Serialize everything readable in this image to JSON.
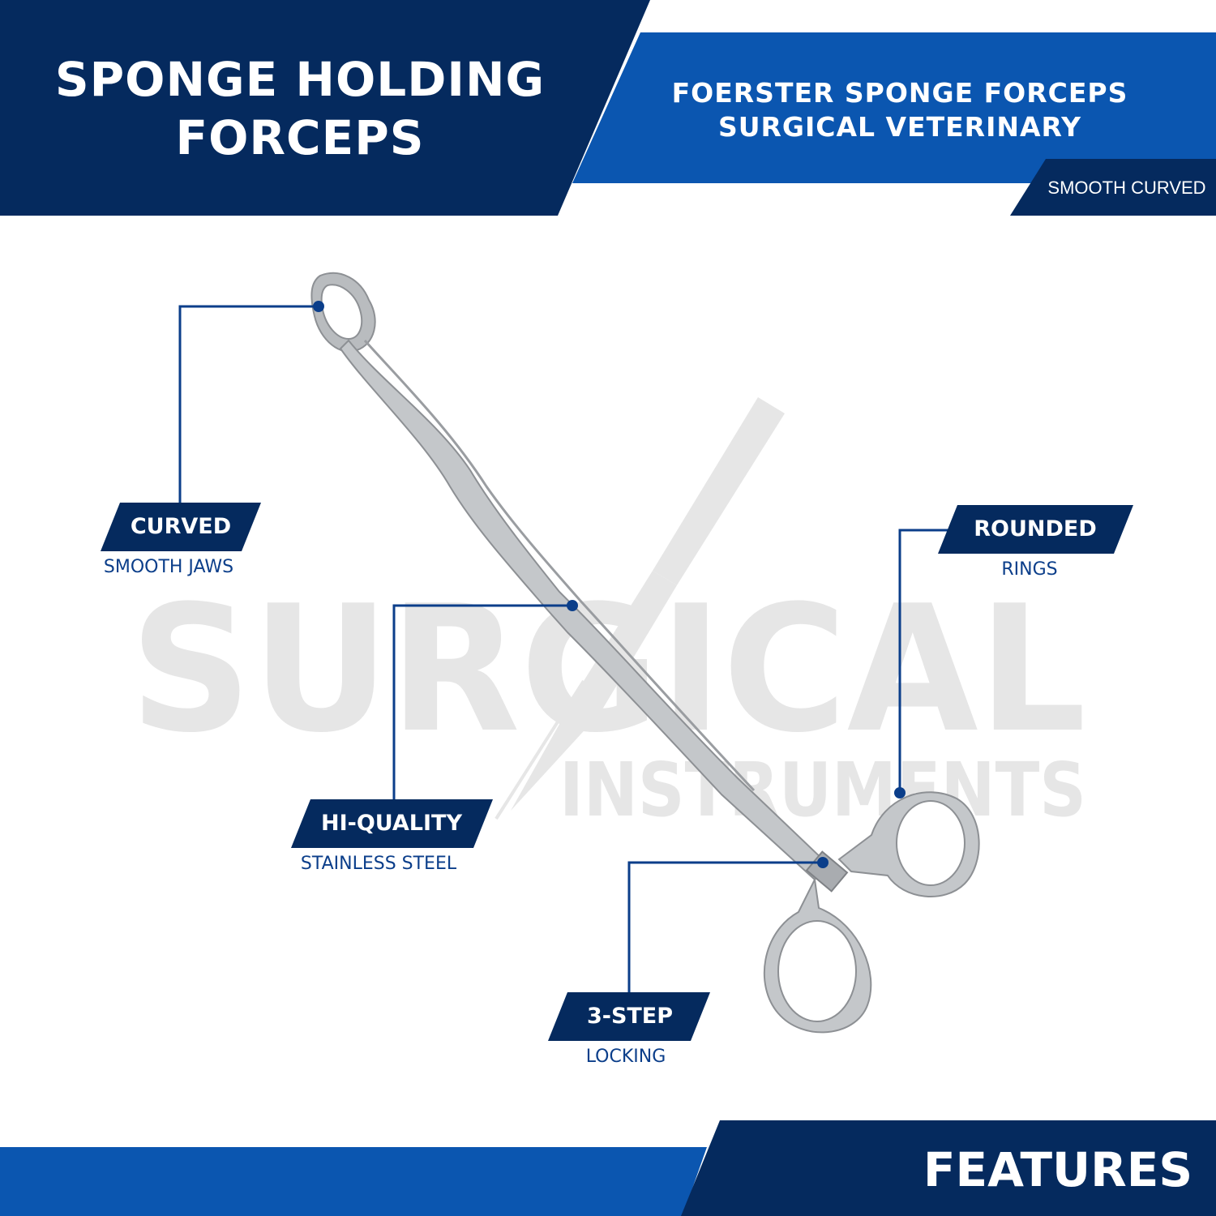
{
  "header": {
    "title_line1": "SPONGE HOLDING",
    "title_line2": "FORCEPS",
    "subtitle_line1": "FOERSTER SPONGE FORCEPS",
    "subtitle_line2": "SURGICAL VETERINARY",
    "badge": "SMOOTH CURVED"
  },
  "watermark": {
    "line1": "SURGICAL",
    "line2": "INSTRUMENTS"
  },
  "callouts": [
    {
      "title": "CURVED",
      "sub": "SMOOTH JAWS"
    },
    {
      "title": "HI-QUALITY",
      "sub": "STAINLESS STEEL"
    },
    {
      "title": "ROUNDED",
      "sub": "RINGS"
    },
    {
      "title": "3-STEP",
      "sub": "LOCKING"
    }
  ],
  "footer": {
    "label": "FEATURES"
  },
  "colors": {
    "navy": "#052a5e",
    "blue": "#0b56b0",
    "callout_accent": "#0b3e8a",
    "watermark": "#e6e6e6",
    "steel": "#b9bcbf"
  }
}
